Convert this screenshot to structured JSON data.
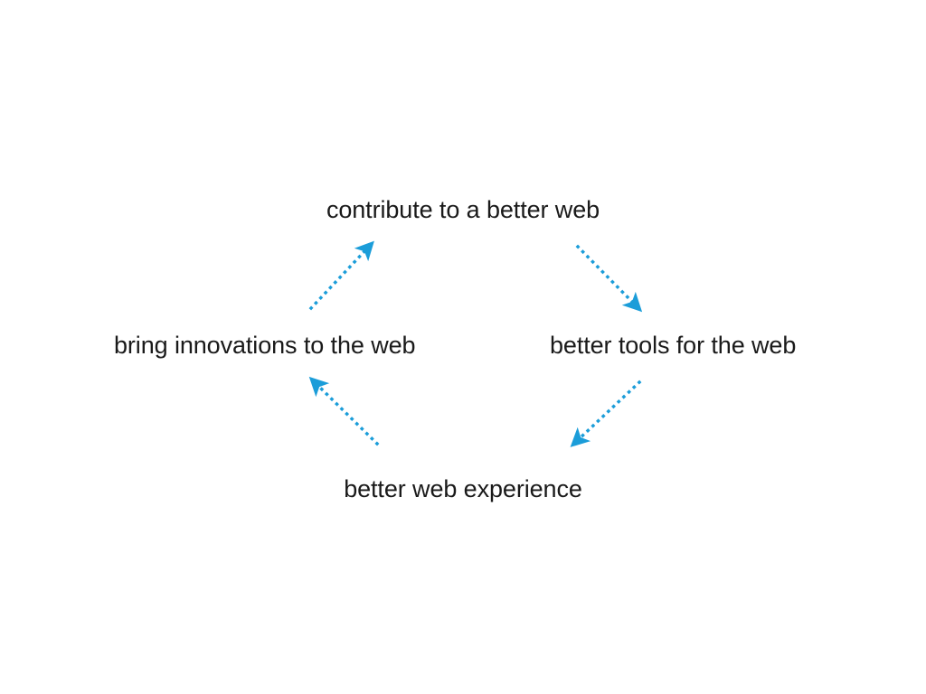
{
  "diagram": {
    "type": "cycle-diagram",
    "background_color": "#ffffff",
    "text_color": "#1a1a1a",
    "arrow_color": "#1b9dd9",
    "direction": "clockwise",
    "nodes": [
      {
        "id": "top",
        "label": "contribute to a better web",
        "position": "top"
      },
      {
        "id": "right",
        "label": "better tools for the web",
        "position": "right"
      },
      {
        "id": "bottom",
        "label": "better web experience",
        "position": "bottom"
      },
      {
        "id": "left",
        "label": "bring innovations to the web",
        "position": "left"
      }
    ],
    "arrows": [
      {
        "id": "left-to-top",
        "from": "left",
        "to": "top",
        "style": "dotted",
        "head": "triangle"
      },
      {
        "id": "top-to-right",
        "from": "top",
        "to": "right",
        "style": "dotted",
        "head": "triangle"
      },
      {
        "id": "right-to-bottom",
        "from": "right",
        "to": "bottom",
        "style": "dotted",
        "head": "triangle"
      },
      {
        "id": "bottom-to-left",
        "from": "bottom",
        "to": "left",
        "style": "dotted",
        "head": "triangle"
      }
    ]
  }
}
